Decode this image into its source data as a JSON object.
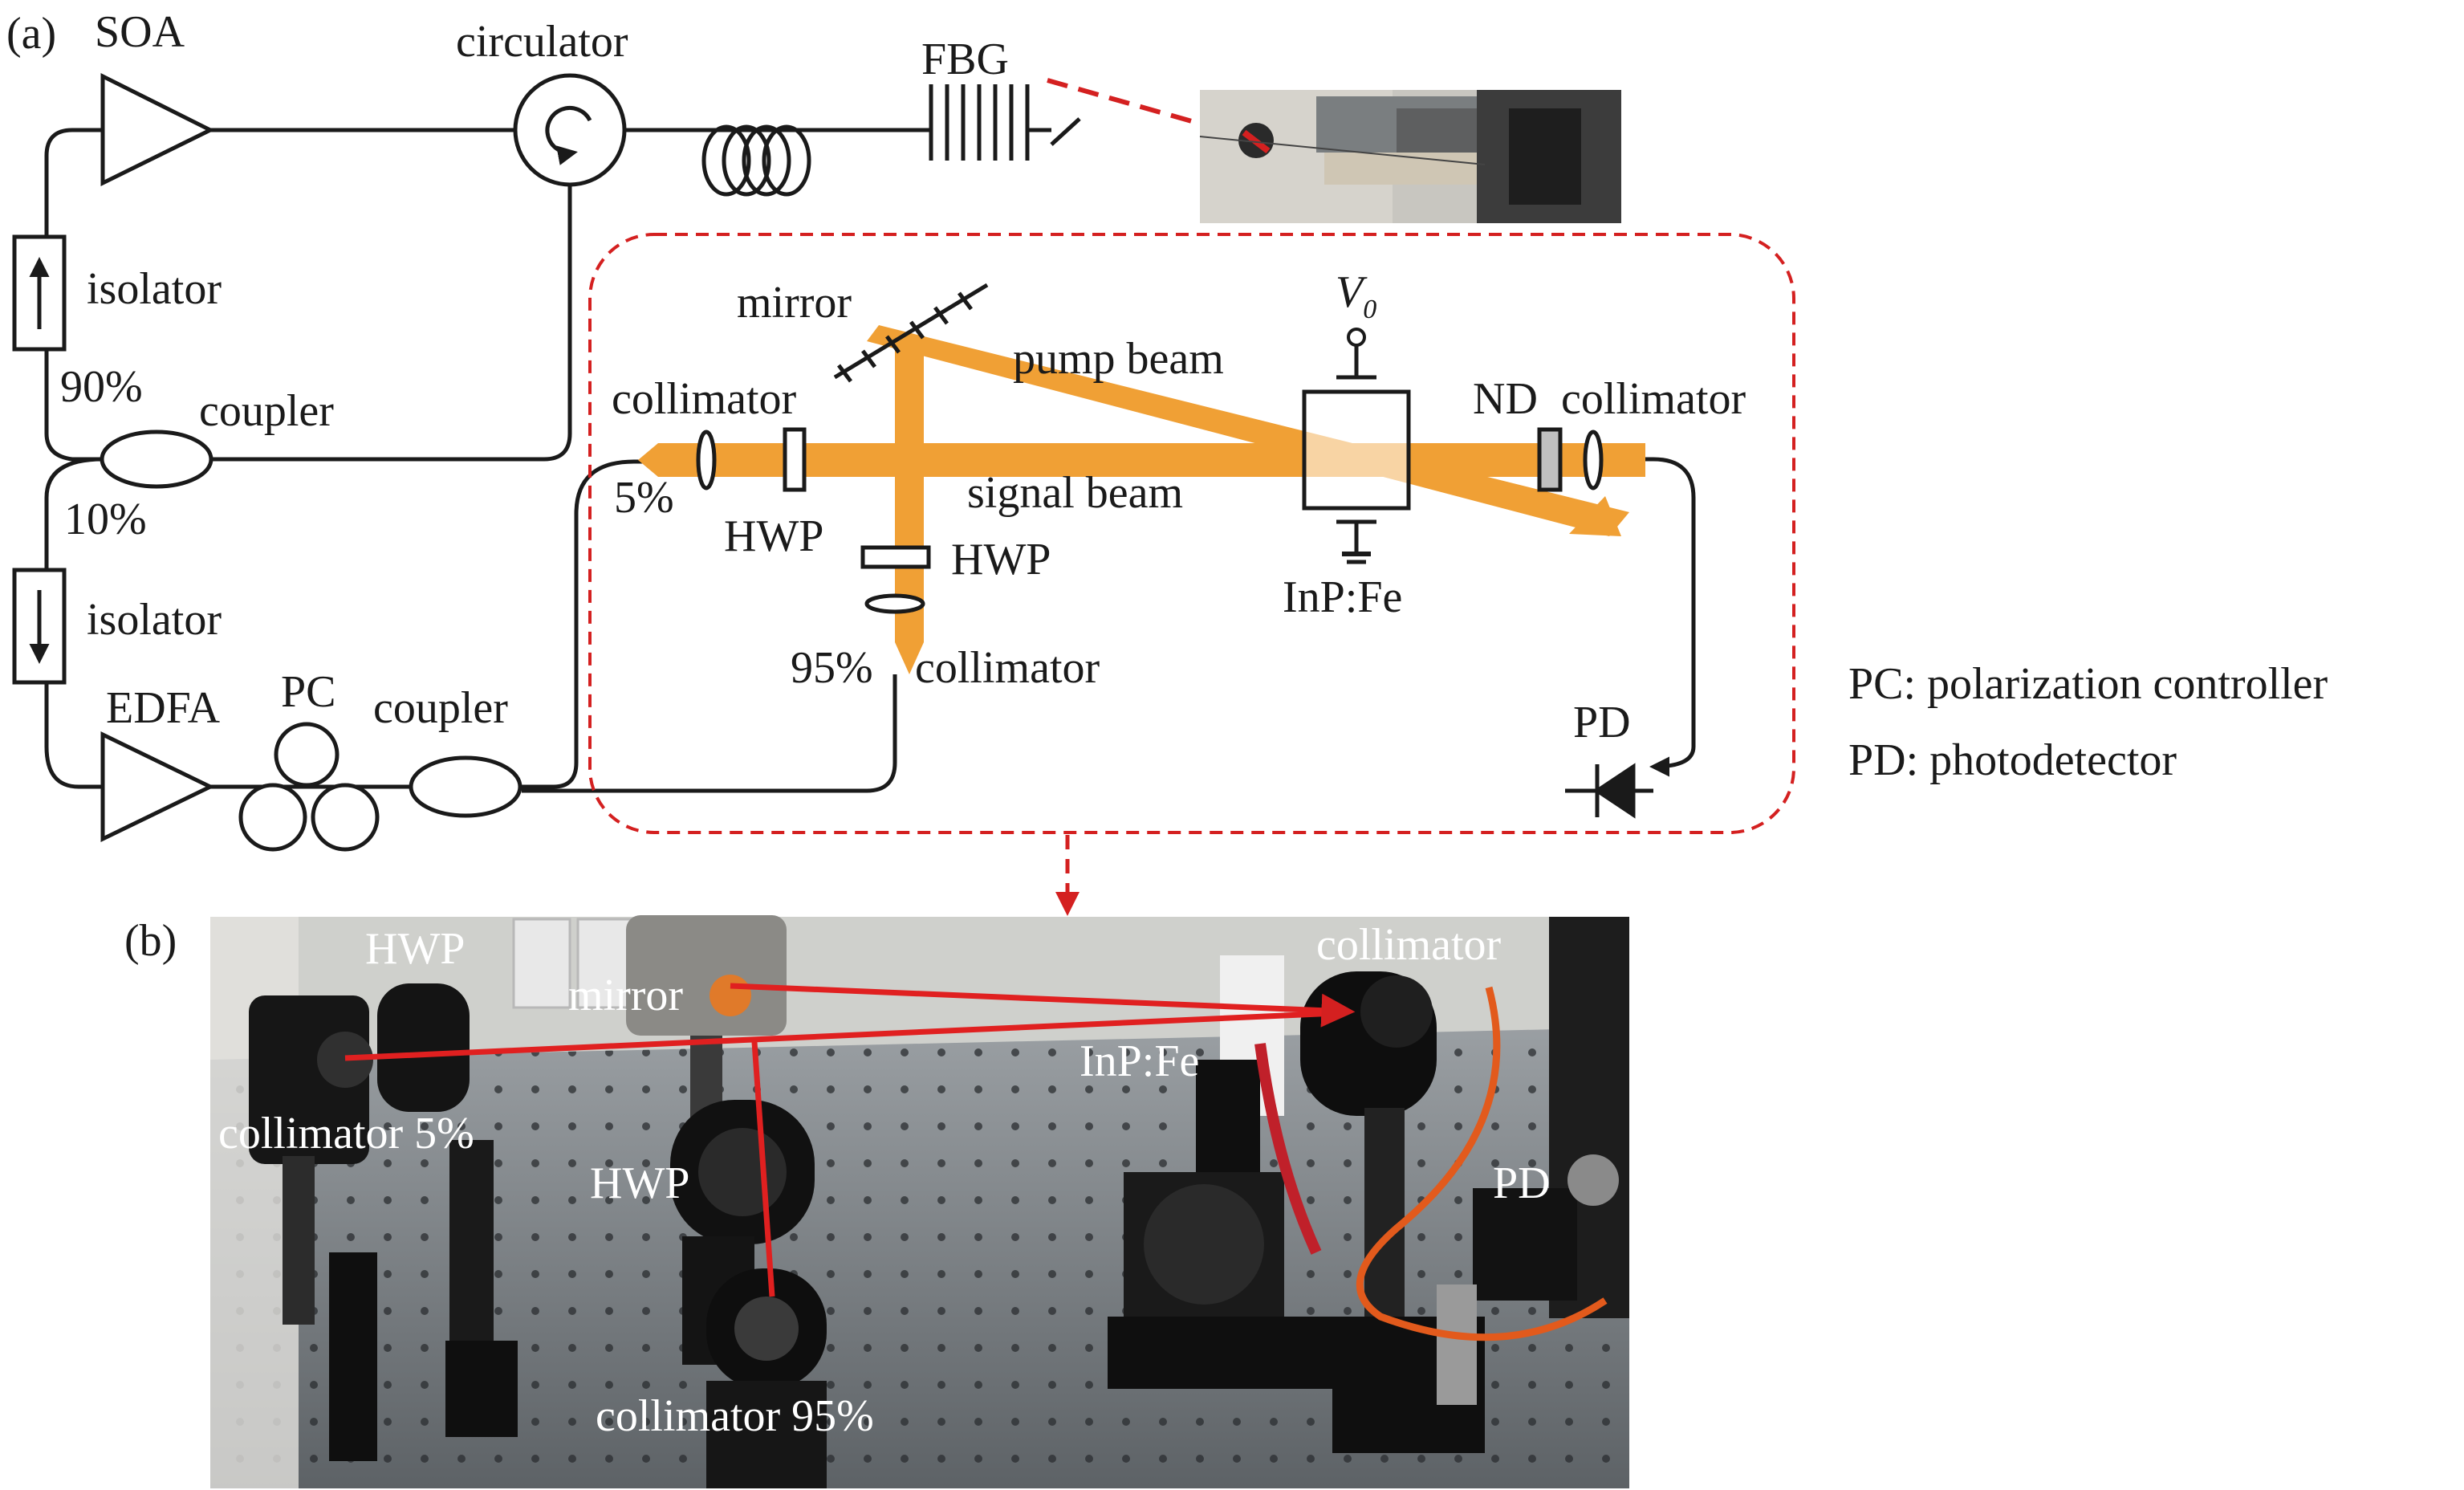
{
  "panel_a": {
    "tag": "(a)",
    "labels": {
      "soa": "SOA",
      "circulator": "circulator",
      "fbg": "FBG",
      "isolator_top": "isolator",
      "pct_90": "90%",
      "coupler_top": "coupler",
      "pct_10": "10%",
      "isolator_bottom": "isolator",
      "edfa": "EDFA",
      "pc": "PC",
      "coupler_bottom": "coupler",
      "mirror": "mirror",
      "pump_beam": "pump beam",
      "v0_symbol": "V",
      "v0_sub": "0",
      "nd": "ND",
      "collimator_out": "collimator",
      "collimator_in": "collimator",
      "pct_5": "5%",
      "hwp_signal": "HWP",
      "signal_beam": "signal beam",
      "hwp_pump": "HWP",
      "crystal": "InP:Fe",
      "pct_95": "95%",
      "collimator_pump": "collimator",
      "pd": "PD"
    },
    "legend": [
      "PC: polarization controller",
      "PD: photodetector"
    ],
    "colors": {
      "beam": "#f0a035",
      "dashed_box": "#d42020",
      "wire": "#1a1a1a"
    }
  },
  "panel_b": {
    "tag": "(b)",
    "labels": {
      "hwp_top": "HWP",
      "mirror": "mirror",
      "collimator_top": "collimator",
      "crystal": "InP:Fe",
      "collimator_5": "collimator 5%",
      "hwp_mid": "HWP",
      "pd": "PD",
      "collimator_95": "collimator 95%"
    },
    "colors": {
      "beam_path": "#e02020"
    }
  }
}
